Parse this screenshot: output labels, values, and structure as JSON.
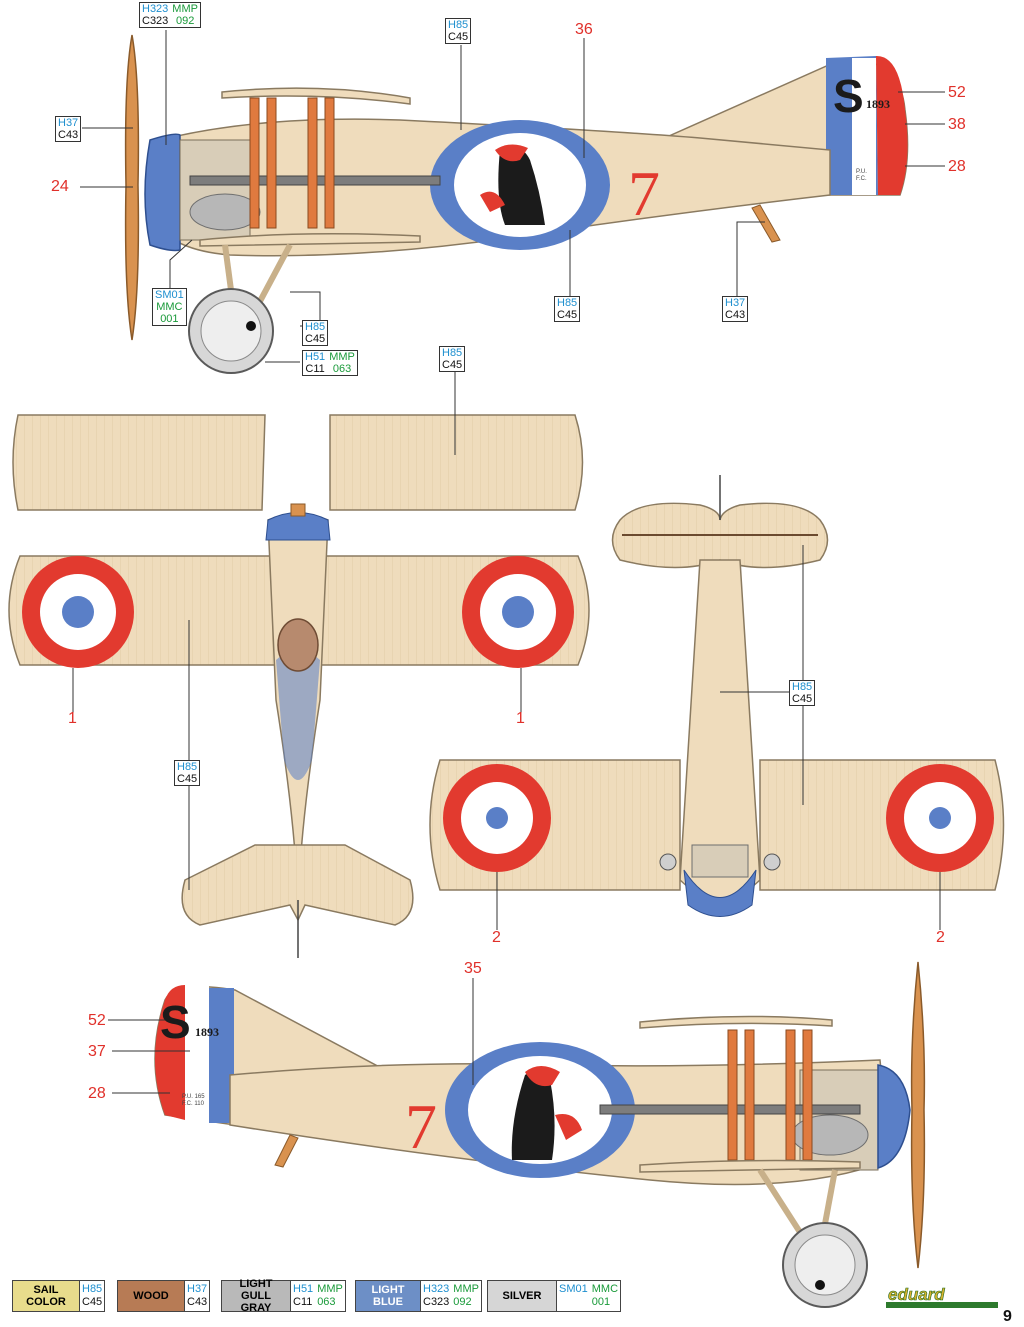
{
  "page_number": "9",
  "brand": "eduard",
  "colors": {
    "linen": "#efdcbc",
    "roundel_blue": "#5a7fc7",
    "roundel_red": "#e23a2f",
    "callout_red": "#e0302a",
    "h_code": "#1e8fcf",
    "mmp_code": "#1a9a3a"
  },
  "profile_top": {
    "code_blocks": [
      {
        "h": "H323",
        "c": "C323",
        "m_head": "MMP",
        "m": "092"
      },
      {
        "h": "H85",
        "c": "C45"
      },
      {
        "h": "H37",
        "c": "C43"
      },
      {
        "s": "SM01",
        "m_head": "MMC",
        "m": "001"
      },
      {
        "h": "H85",
        "c": "C45"
      },
      {
        "h": "H51",
        "c": "C11",
        "m_head": "MMP",
        "m": "063"
      },
      {
        "h": "H85",
        "c": "C45"
      },
      {
        "h": "H37",
        "c": "C43"
      }
    ],
    "callouts": [
      "36",
      "52",
      "38",
      "28",
      "24"
    ],
    "fuselage_number": "7",
    "tail_letter": "S",
    "tail_serial": "1893",
    "tail_stencil": [
      "P.U.",
      "F.C."
    ]
  },
  "top_view": {
    "code_blocks": [
      {
        "h": "H85",
        "c": "C45"
      },
      {
        "h": "H85",
        "c": "C45"
      }
    ],
    "callouts": [
      "1",
      "1"
    ]
  },
  "bottom_view": {
    "code_blocks": [
      {
        "h": "H85",
        "c": "C45"
      }
    ],
    "callouts": [
      "2",
      "2"
    ]
  },
  "profile_bottom": {
    "callouts": [
      "35",
      "52",
      "37",
      "28"
    ],
    "fuselage_number": "7",
    "tail_letter": "S",
    "tail_serial": "1893",
    "tail_stencil": [
      "P.U. 165",
      "F.C. 110"
    ]
  },
  "legend": [
    {
      "name": "SAIL COLOR",
      "swatch": "#e8dc8c",
      "text_color": "#111111",
      "h": "H85",
      "c": "C45"
    },
    {
      "name": "WOOD",
      "swatch": "#b77b55",
      "text_color": "#111111",
      "h": "H37",
      "c": "C43"
    },
    {
      "name": "LIGHT GULL GRAY",
      "swatch": "#b9b9b9",
      "text_color": "#111111",
      "h": "H51",
      "c": "C11",
      "m_head": "MMP",
      "m": "063"
    },
    {
      "name": "LIGHT BLUE",
      "swatch": "#6d8fc6",
      "text_color": "#ffffff",
      "h": "H323",
      "c": "C323",
      "m_head": "MMP",
      "m": "092"
    },
    {
      "name": "SILVER",
      "swatch": "#d6d6d6",
      "text_color": "#111111",
      "s": "SM01",
      "m_head": "MMC",
      "m": "001"
    }
  ]
}
